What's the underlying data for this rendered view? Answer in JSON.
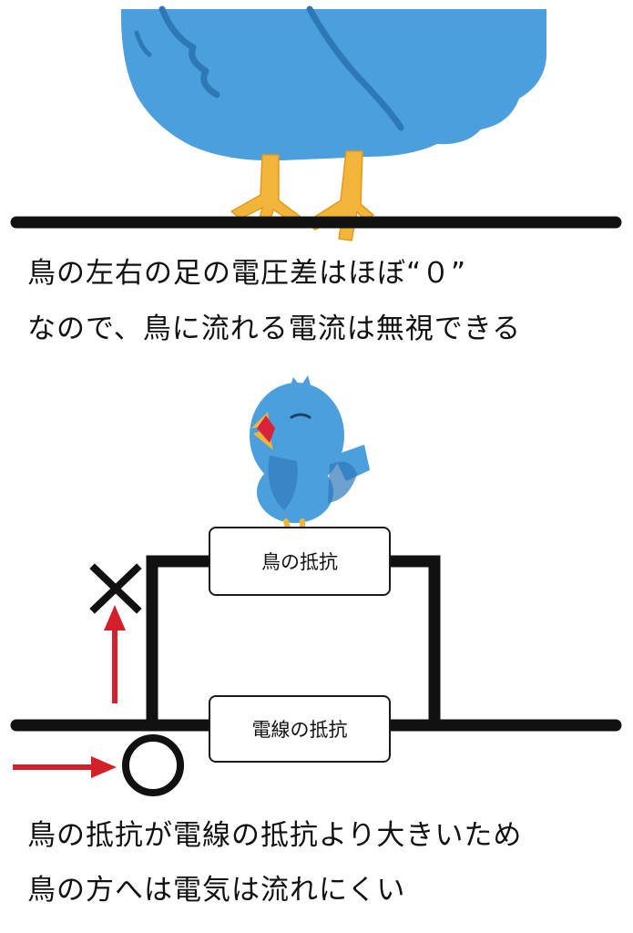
{
  "top_caption": {
    "line1": "鳥の左右の足の電圧差はほぼ“０”",
    "line2": "なので、鳥に流れる電流は無視できる"
  },
  "circuit": {
    "bird_resistance_label": "鳥の抵抗",
    "wire_resistance_label": "電線の抵抗",
    "blocked_path_mark": "×",
    "current_path_mark": "○"
  },
  "bottom_caption": {
    "line1": "鳥の抵抗が電線の抵抗より大きいため",
    "line2": "鳥の方へは電気は流れにくい"
  },
  "colors": {
    "bird_body": "#4a9fdc",
    "bird_dark": "#2f78b8",
    "bird_feet": "#f2b53a",
    "wire": "#111111",
    "arrow": "#d4202a"
  }
}
